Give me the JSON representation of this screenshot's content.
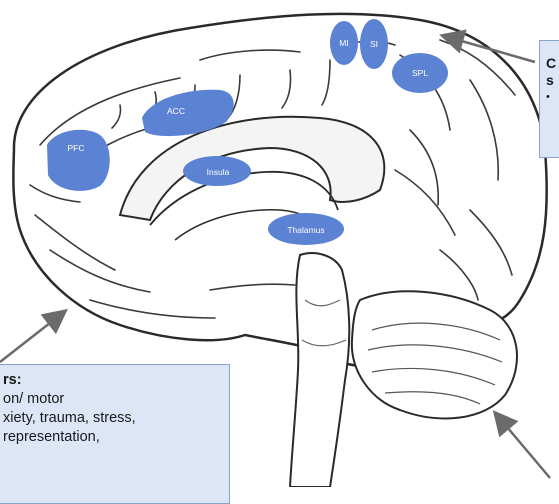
{
  "regions": {
    "mi": "MI",
    "si": "SI",
    "spl": "SPL",
    "acc": "ACC",
    "pfc": "PFC",
    "insula": "Insula",
    "thalamus": "Thalamus"
  },
  "callout_right": {
    "line1": "C",
    "line2": "s",
    "line3": "•"
  },
  "callout_left": {
    "title": "rs:",
    "line1": "on/ motor",
    "line2": "xiety, trauma, stress,",
    "line3": "representation,"
  },
  "colors": {
    "region_fill": "#5b82d3",
    "box_fill": "#dde6f7",
    "arrow": "#6b6b6b"
  }
}
